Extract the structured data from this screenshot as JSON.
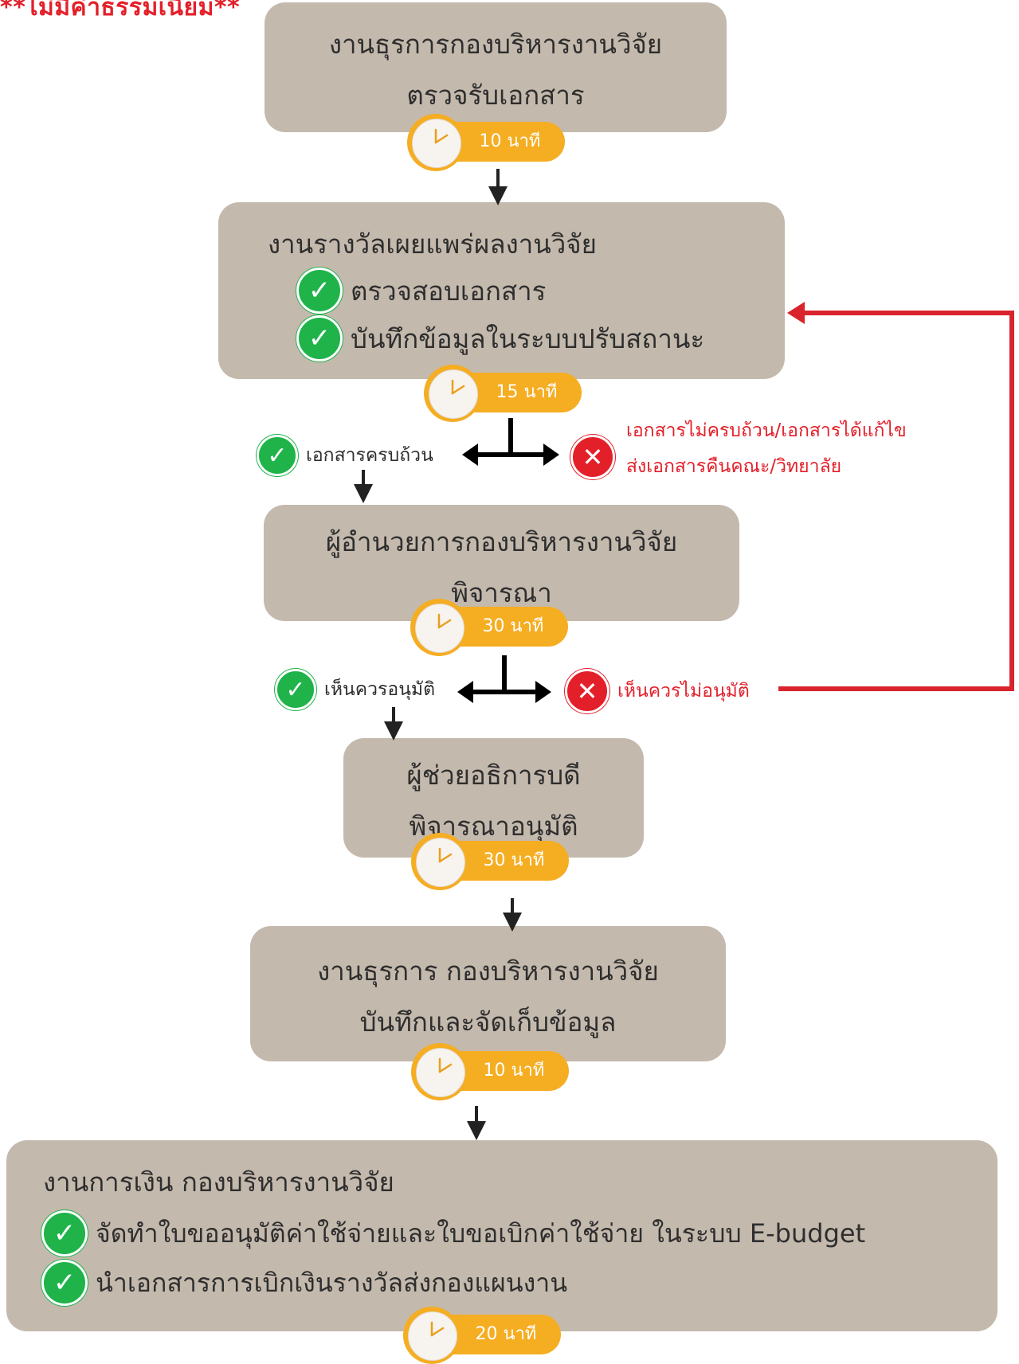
{
  "note": "**ไม่มีค่าธรรมเนียม**",
  "steps": [
    {
      "lines": [
        "งานธุรการกองบริหารงานวิจัย",
        "ตรวจรับเอกสาร"
      ],
      "time": "10 นาที"
    },
    {
      "title": "งานรางวัลเผยแพร่ผลงานวิจัย",
      "items": [
        "ตรวจสอบเอกสาร",
        "บันทึกข้อมูลในระบบปรับสถานะ"
      ],
      "time": "15 นาที"
    },
    {
      "lines": [
        "ผู้อำนวยการกองบริหารงานวิจัย",
        "พิจารณา"
      ],
      "time": "30 นาที"
    },
    {
      "lines": [
        "ผู้ช่วยอธิการบดี",
        "พิจารณาอนุมัติ"
      ],
      "time": "30 นาที"
    },
    {
      "lines": [
        "งานธุรการ กองบริหารงานวิจัย",
        "บันทึกและจัดเก็บข้อมูล"
      ],
      "time": "10 นาที"
    },
    {
      "title": "งานการเงิน กองบริหารงานวิจัย",
      "items": [
        "จัดทำใบขออนุมัติค่าใช้จ่ายและใบขอเบิกค่าใช้จ่าย ในระบบ E-budget",
        "นำเอกสารการเบิกเงินรางวัลส่งกองแผนงาน"
      ],
      "time": "20 นาที"
    }
  ],
  "decision1": {
    "yes": "เอกสารครบถ้วน",
    "no_lines": [
      "เอกสารไม่ครบถ้วน/เอกสารได้แก้ไข",
      "ส่งเอกสารคืนคณะ/วิทยาลัย"
    ]
  },
  "decision2": {
    "yes": "เห็นควรอนุมัติ",
    "no": "เห็นควรไม่อนุมัติ"
  },
  "colors": {
    "box": "#c4b9ad",
    "pill": "#f5ad22",
    "check": "#1fb34a",
    "cross": "#e3202a",
    "return_line": "#d9232d"
  },
  "icons": {
    "check": "check-circle-icon",
    "cross": "x-circle-icon",
    "timer": "clock-icon"
  }
}
